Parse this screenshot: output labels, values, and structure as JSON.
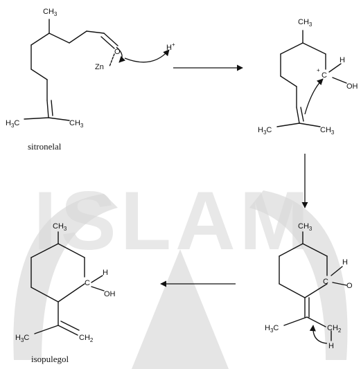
{
  "watermark": {
    "text": "ISLAM"
  },
  "reactant": {
    "name": "sitronelal",
    "labels": {
      "ch3_top": "CH",
      "ch3_top_sub": "3",
      "o": "O",
      "zn": "Zn",
      "h_plus": "H",
      "plus": "+",
      "h3c": "H",
      "h3c_sub": "3",
      "h3c_c": "C",
      "ch3_right": "CH",
      "ch3_right_sub": "3"
    }
  },
  "intermediate1": {
    "labels": {
      "ch3_top": "CH",
      "ch3_top_sub": "3",
      "plus": "+",
      "c": "C",
      "h": "H",
      "oh": "OH",
      "h3c": "H",
      "h3c_sub": "3",
      "h3c_c": "C",
      "ch3_right": "CH",
      "ch3_right_sub": "3"
    }
  },
  "intermediate2": {
    "labels": {
      "ch3_top": "CH",
      "ch3_top_sub": "3",
      "c": "C",
      "h": "H",
      "o": "O",
      "h3c": "H",
      "h3c_sub": "3",
      "h3c_c": "C",
      "ch2": "CH",
      "ch2_sub": "2",
      "h_bottom": "H"
    }
  },
  "product": {
    "name": "isopulegol",
    "labels": {
      "ch3_top": "CH",
      "ch3_top_sub": "3",
      "c": "C",
      "h": "H",
      "oh": "OH",
      "h3c": "H",
      "h3c_sub": "3",
      "h3c_c": "C",
      "ch2": "CH",
      "ch2_sub": "2"
    }
  }
}
